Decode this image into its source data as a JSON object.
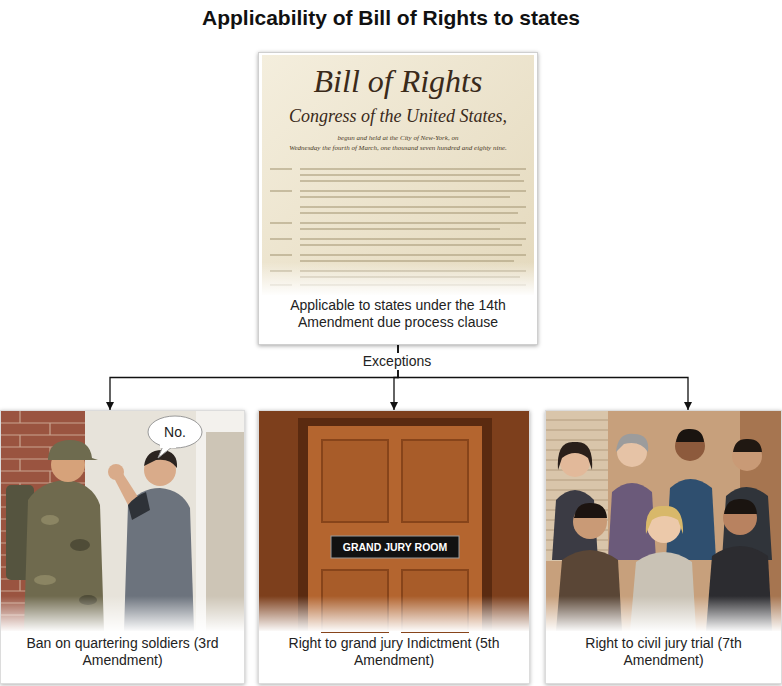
{
  "diagram": {
    "title": "Applicability of Bill of Rights to states",
    "nodes": [
      {
        "text": [
          "Applicable to states under the 14th Amendment due process clause"
        ]
      },
      {
        "text": [
          "Ban on quartering soldiers (3rd Amendment)"
        ]
      },
      {
        "text": [
          "Right to grand jury Indictment (5th Amendment)"
        ]
      },
      {
        "text": [
          "Right to civil jury trial (7th Amendment)"
        ]
      }
    ],
    "edges": [
      {
        "from": 0,
        "to": 1,
        "arrow": "to"
      },
      {
        "from": 0,
        "to": 2,
        "arrow": "to"
      },
      {
        "from": 0,
        "to": 3,
        "arrow": "to"
      }
    ],
    "labels": [
      "Bill of Rights",
      "Congress of the United States,",
      "begun and held at the City of New-York, on",
      "Wednesday the fourth of March, one thousand seven hundred and eighty nine.",
      "Exceptions",
      "No.",
      "GRAND JURY ROOM"
    ]
  }
}
